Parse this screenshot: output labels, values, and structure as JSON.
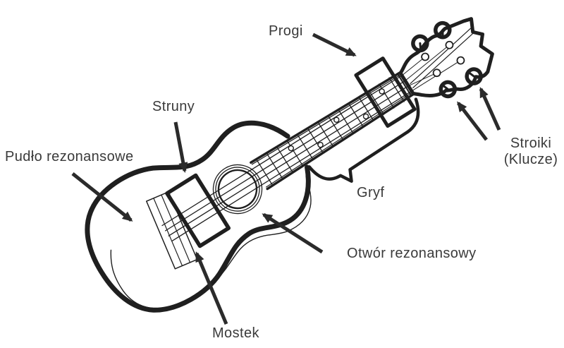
{
  "diagram": {
    "subject": "ukulele-parts-diagram",
    "labels": {
      "progi": "Progi",
      "struny": "Struny",
      "pudlo_rezonansowe": "Pudło rezonansowe",
      "stroiki_line1": "Stroiki",
      "stroiki_line2": "(Klucze)",
      "gryf": "Gryf",
      "otwor_rezonansowy": "Otwór rezonansowy",
      "mostek": "Mostek"
    },
    "colors": {
      "ink": "#1f1f1f",
      "arrow": "#2b2b2b",
      "text": "#3a3a3a",
      "background": "#ffffff"
    }
  }
}
